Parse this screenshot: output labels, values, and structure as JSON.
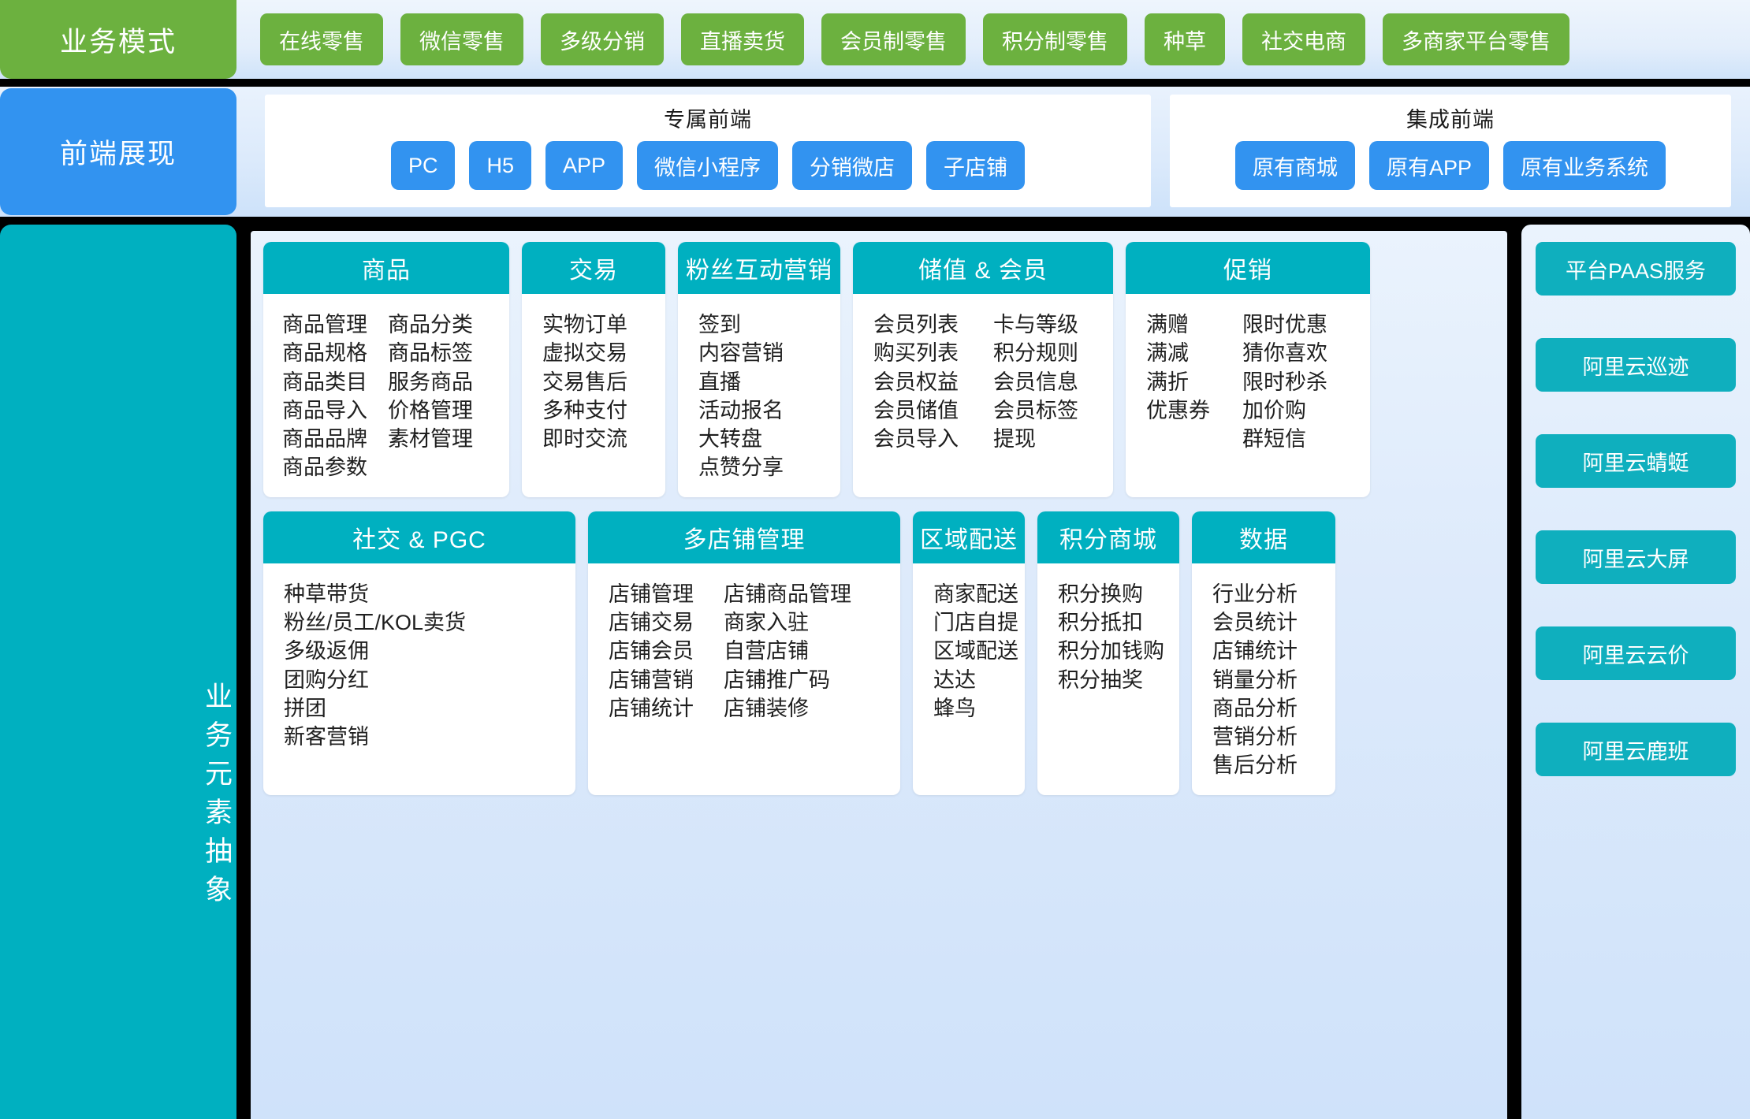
{
  "colors": {
    "green": "#6CB13F",
    "blue": "#3293F0",
    "teal": "#00B0C0",
    "paas": "#0FAFBE",
    "bg_light": "#eaf3fd",
    "bg_deep": "#cfe2fa",
    "frame": "#000000"
  },
  "row_business_mode": {
    "label": "业务模式",
    "chips": [
      "在线零售",
      "微信零售",
      "多级分销",
      "直播卖货",
      "会员制零售",
      "积分制零售",
      "种草",
      "社交电商",
      "多商家平台零售"
    ]
  },
  "row_frontend": {
    "label": "前端展现",
    "panels": [
      {
        "title": "专属前端",
        "chips": [
          "PC",
          "H5",
          "APP",
          "微信小程序",
          "分销微店",
          "子店铺"
        ]
      },
      {
        "title": "集成前端",
        "chips": [
          "原有商城",
          "原有APP",
          "原有业务系统"
        ]
      }
    ]
  },
  "row_business_elements": {
    "label": "业务元素抽象",
    "cards_top": [
      {
        "title": "商品",
        "col1": [
          "商品管理",
          "商品规格",
          "商品类目",
          "商品导入",
          "商品品牌",
          "商品参数"
        ],
        "col2": [
          "商品分类",
          "商品标签",
          "服务商品",
          "价格管理",
          "素材管理"
        ]
      },
      {
        "title": "交易",
        "col1": [
          "实物订单",
          "虚拟交易",
          "交易售后",
          "多种支付",
          "即时交流"
        ],
        "col2": []
      },
      {
        "title": "粉丝互动营销",
        "col1": [
          "签到",
          "内容营销",
          "直播",
          "活动报名",
          "大转盘",
          "点赞分享"
        ],
        "col2": []
      },
      {
        "title": "储值 & 会员",
        "col1": [
          "会员列表",
          "购买列表",
          "会员权益",
          "会员储值",
          "会员导入"
        ],
        "col2": [
          "卡与等级",
          "积分规则",
          "会员信息",
          "会员标签",
          "提现"
        ]
      },
      {
        "title": "促销",
        "col1": [
          "满赠",
          "满减",
          "满折",
          "优惠券"
        ],
        "col2": [
          "限时优惠",
          "猜你喜欢",
          "限时秒杀",
          "加价购",
          "群短信"
        ]
      }
    ],
    "cards_bottom": [
      {
        "title": "社交 & PGC",
        "col1": [
          "种草带货",
          "粉丝/员工/KOL卖货",
          "多级返佣",
          "团购分红",
          "拼团",
          "新客营销"
        ],
        "col2": []
      },
      {
        "title": "多店铺管理",
        "col1": [
          "店铺管理",
          "店铺交易",
          "店铺会员",
          "店铺营销",
          "店铺统计"
        ],
        "col2": [
          "店铺商品管理",
          "商家入驻",
          "自营店铺",
          "店铺推广码",
          "店铺装修"
        ]
      },
      {
        "title": "区域配送",
        "col1": [
          "商家配送",
          "门店自提",
          "区域配送",
          "达达",
          "蜂鸟"
        ],
        "col2": []
      },
      {
        "title": "积分商城",
        "col1": [
          "积分换购",
          "积分抵扣",
          "积分加钱购",
          "积分抽奖"
        ],
        "col2": []
      },
      {
        "title": "数据",
        "col1": [
          "行业分析",
          "会员统计",
          "店铺统计",
          "销量分析",
          "商品分析",
          "营销分析",
          "售后分析"
        ],
        "col2": []
      }
    ]
  },
  "paas_sidebar": {
    "items": [
      "平台PAAS服务",
      "阿里云巡迹",
      "阿里云蜻蜓",
      "阿里云大屏",
      "阿里云云价",
      "阿里云鹿班"
    ]
  }
}
